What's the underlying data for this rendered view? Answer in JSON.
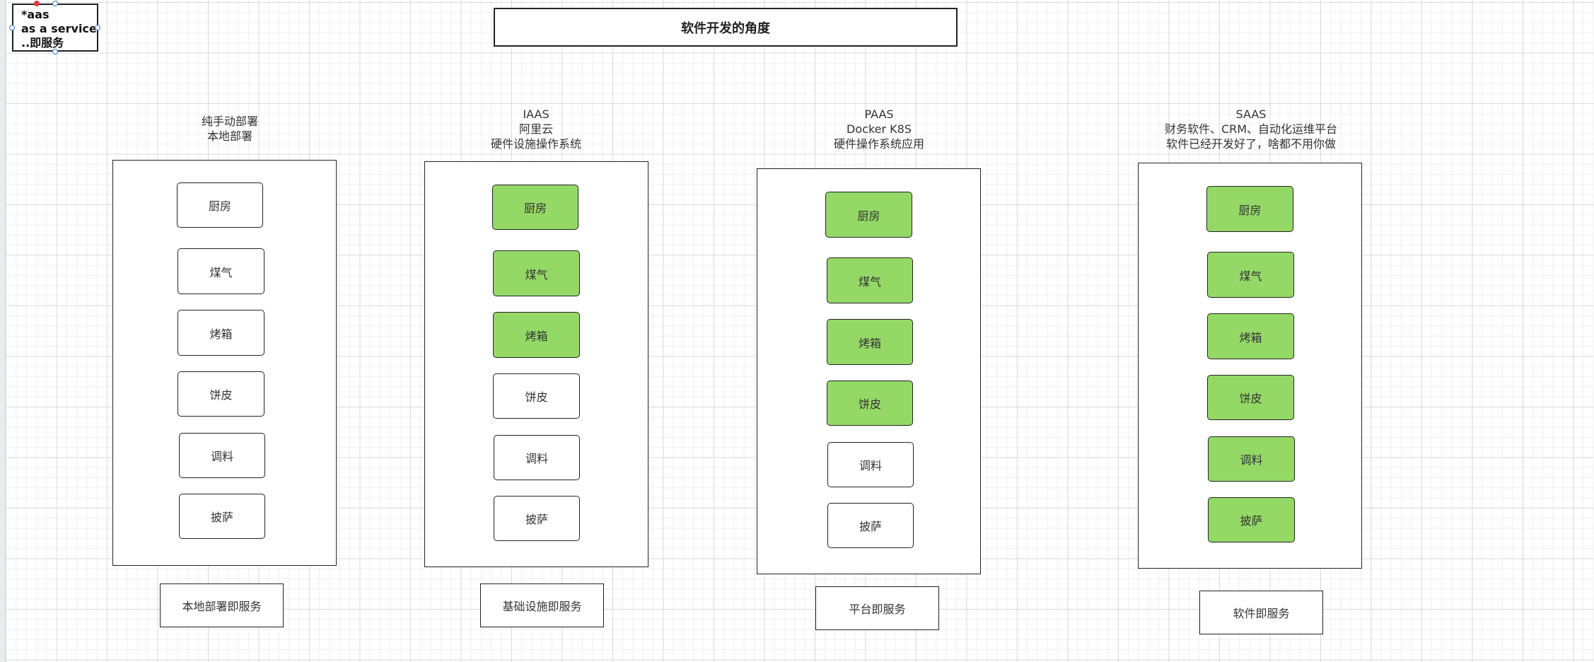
{
  "note": {
    "lines": [
      "*aas",
      "as a service",
      "..即服务"
    ]
  },
  "title": "软件开发的角度",
  "colors": {
    "managed_fill": "#94d966",
    "unmanaged_fill": "#ffffff",
    "stroke": "#222222",
    "selection_handle": "#3a7bd5",
    "rotation_handle": "#e23b3b"
  },
  "layers": [
    "厨房",
    "煤气",
    "烤箱",
    "饼皮",
    "调料",
    "披萨"
  ],
  "columns": [
    {
      "header": [
        "纯手动部署",
        "本地部署"
      ],
      "items": [
        {
          "label": "厨房",
          "managed": false
        },
        {
          "label": "煤气",
          "managed": false
        },
        {
          "label": "烤箱",
          "managed": false
        },
        {
          "label": "饼皮",
          "managed": false
        },
        {
          "label": "调料",
          "managed": false
        },
        {
          "label": "披萨",
          "managed": false
        }
      ],
      "caption": "本地部署即服务"
    },
    {
      "header": [
        "IAAS",
        "阿里云",
        "硬件设施操作系统"
      ],
      "items": [
        {
          "label": "厨房",
          "managed": true
        },
        {
          "label": "煤气",
          "managed": true
        },
        {
          "label": "烤箱",
          "managed": true
        },
        {
          "label": "饼皮",
          "managed": false
        },
        {
          "label": "调料",
          "managed": false
        },
        {
          "label": "披萨",
          "managed": false
        }
      ],
      "caption": "基础设施即服务"
    },
    {
      "header": [
        "PAAS",
        "Docker K8S",
        "硬件操作系统应用"
      ],
      "items": [
        {
          "label": "厨房",
          "managed": true
        },
        {
          "label": "煤气",
          "managed": true
        },
        {
          "label": "烤箱",
          "managed": true
        },
        {
          "label": "饼皮",
          "managed": true
        },
        {
          "label": "调料",
          "managed": false
        },
        {
          "label": "披萨",
          "managed": false
        }
      ],
      "caption": "平台即服务"
    },
    {
      "header": [
        "SAAS",
        "财务软件、CRM、自动化运维平台",
        "软件已经开发好了，啥都不用你做"
      ],
      "items": [
        {
          "label": "厨房",
          "managed": true
        },
        {
          "label": "煤气",
          "managed": true
        },
        {
          "label": "烤箱",
          "managed": true
        },
        {
          "label": "饼皮",
          "managed": true
        },
        {
          "label": "调料",
          "managed": true
        },
        {
          "label": "披萨",
          "managed": true
        }
      ],
      "caption": "软件即服务"
    }
  ]
}
